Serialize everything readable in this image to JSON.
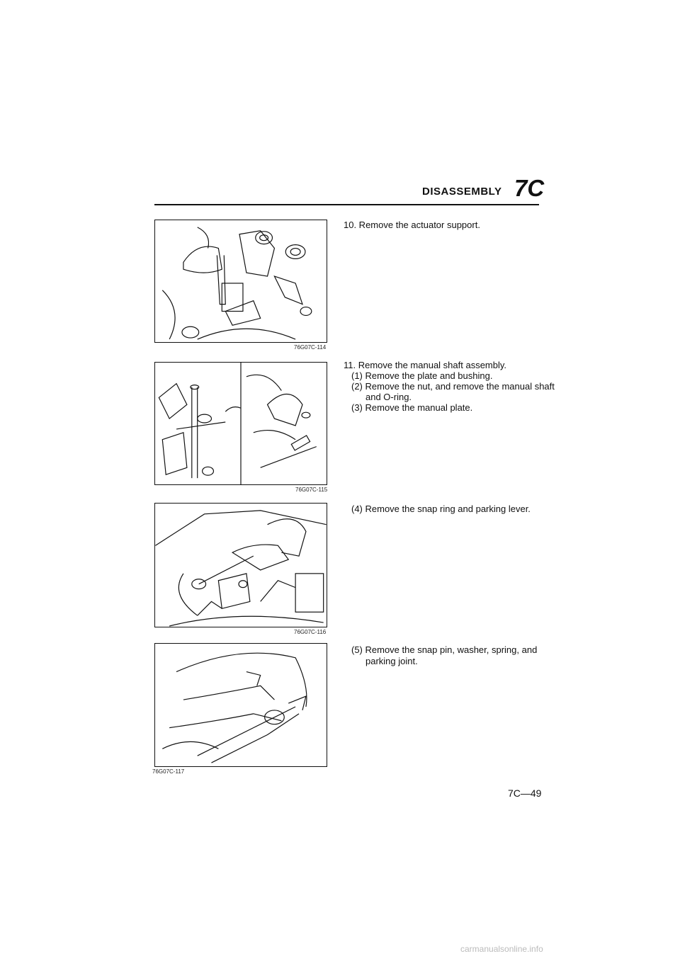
{
  "header": {
    "title": "DISASSEMBLY",
    "code": "7C"
  },
  "figures": [
    {
      "label": "76G07C-114"
    },
    {
      "label": "76G07C-115"
    },
    {
      "label": "76G07C-116"
    },
    {
      "label": "76G07C-117"
    }
  ],
  "steps": {
    "s10": "10. Remove the actuator support.",
    "s11": "11. Remove the manual shaft assembly.",
    "s11_1": "(1) Remove the plate and bushing.",
    "s11_2a": "(2) Remove the nut, and remove the manual shaft",
    "s11_2b": "and O-ring.",
    "s11_3": "(3) Remove the manual plate.",
    "s11_4": "(4) Remove the snap ring and parking lever.",
    "s11_5a": "(5) Remove the snap pin, washer, spring, and",
    "s11_5b": "parking joint."
  },
  "footer": {
    "page_number": "7C—49",
    "watermark": "carmanualsonline.info"
  }
}
